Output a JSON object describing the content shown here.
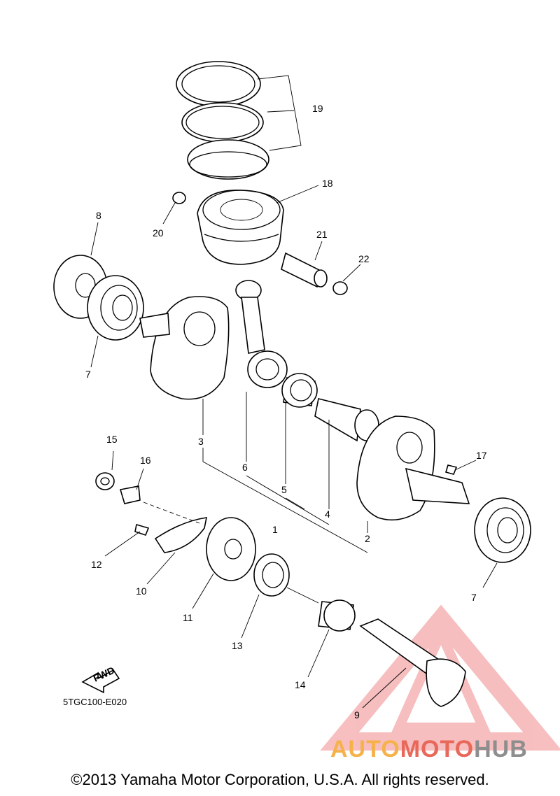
{
  "labels": [
    "19",
    "18",
    "20",
    "21",
    "22",
    "8",
    "7",
    "3",
    "6",
    "5",
    "4",
    "1",
    "2",
    "15",
    "16",
    "17",
    "12",
    "10",
    "11",
    "13",
    "14",
    "9",
    "7"
  ],
  "diagram_code": "5TGC100-E020",
  "fwd_text": "FWD",
  "copyright": "©2013 Yamaha Motor Corporation, U.S.A. All rights reserved.",
  "logo": {
    "part1": "AUTO",
    "part2": "MOTO",
    "part3": "HUB"
  },
  "colors": {
    "logo_orange": "#f6b24a",
    "logo_red": "#e8685a",
    "logo_gray": "#8e8e8e",
    "watermark": "#f08a8a"
  }
}
